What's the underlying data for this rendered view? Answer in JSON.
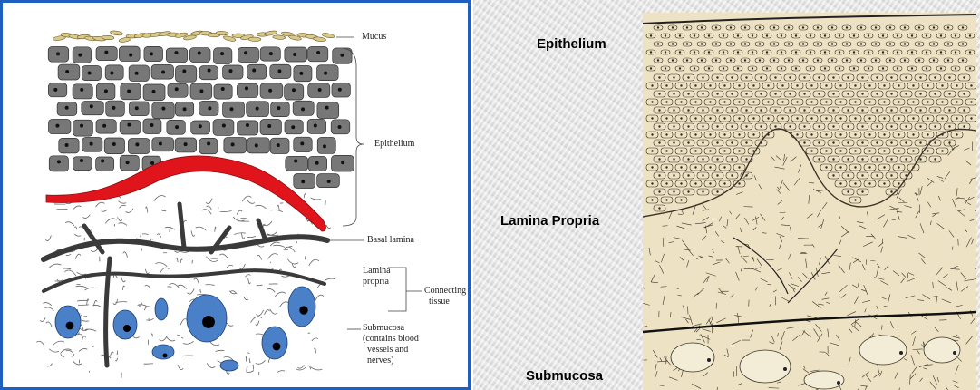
{
  "left_diagram": {
    "labels": {
      "mucus": "Mucus",
      "epithelium": "Epithelium",
      "basal_lamina": "Basal lamina",
      "lamina_propria_1": "Lamina",
      "lamina_propria_2": "propria",
      "connecting_tissue_1": "Connecting",
      "connecting_tissue_2": "tissue",
      "submucosa_1": "Submucosa",
      "submucosa_2": "(contains blood",
      "submucosa_3": "vessels and",
      "submucosa_4": "nerves)"
    },
    "colors": {
      "border": "#1f5fbf",
      "cells": "#777777",
      "basal_lamina": "#e0141b",
      "vessels": "#4a80c8",
      "mucus": "#d9c98a"
    }
  },
  "right_micrograph": {
    "labels": {
      "epithelium": "Epithelium",
      "lamina_propria": "Lamina Propria",
      "submucosa": "Submucosa"
    }
  }
}
